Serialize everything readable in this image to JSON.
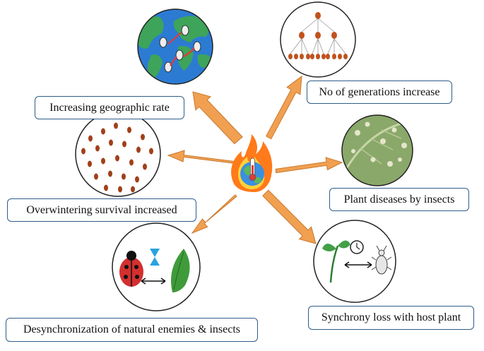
{
  "labels": {
    "geographic": "Increasing geographic rate",
    "generations": "No of generations increase",
    "overwintering": "Overwintering survival increased",
    "diseases": "Plant diseases by insects",
    "desynchronization": "Desynchronization of natural enemies & insects",
    "synchrony": "Synchrony loss with host plant"
  },
  "colors": {
    "arrow": "#f0a050",
    "label_border": "#2f5d8a",
    "ocean": "#2b7bd3",
    "land": "#3da45a",
    "leaf": "#7cb342",
    "ladybug": "#d32f2f",
    "flame": "#ff7a1a"
  },
  "icons": [
    "globe-warming-icon",
    "world-map-icon",
    "insect-tree-icon",
    "insect-swarm-icon",
    "leaf-disease-icon",
    "ladybug-leaf-icon",
    "clock-plant-insect-icon"
  ]
}
